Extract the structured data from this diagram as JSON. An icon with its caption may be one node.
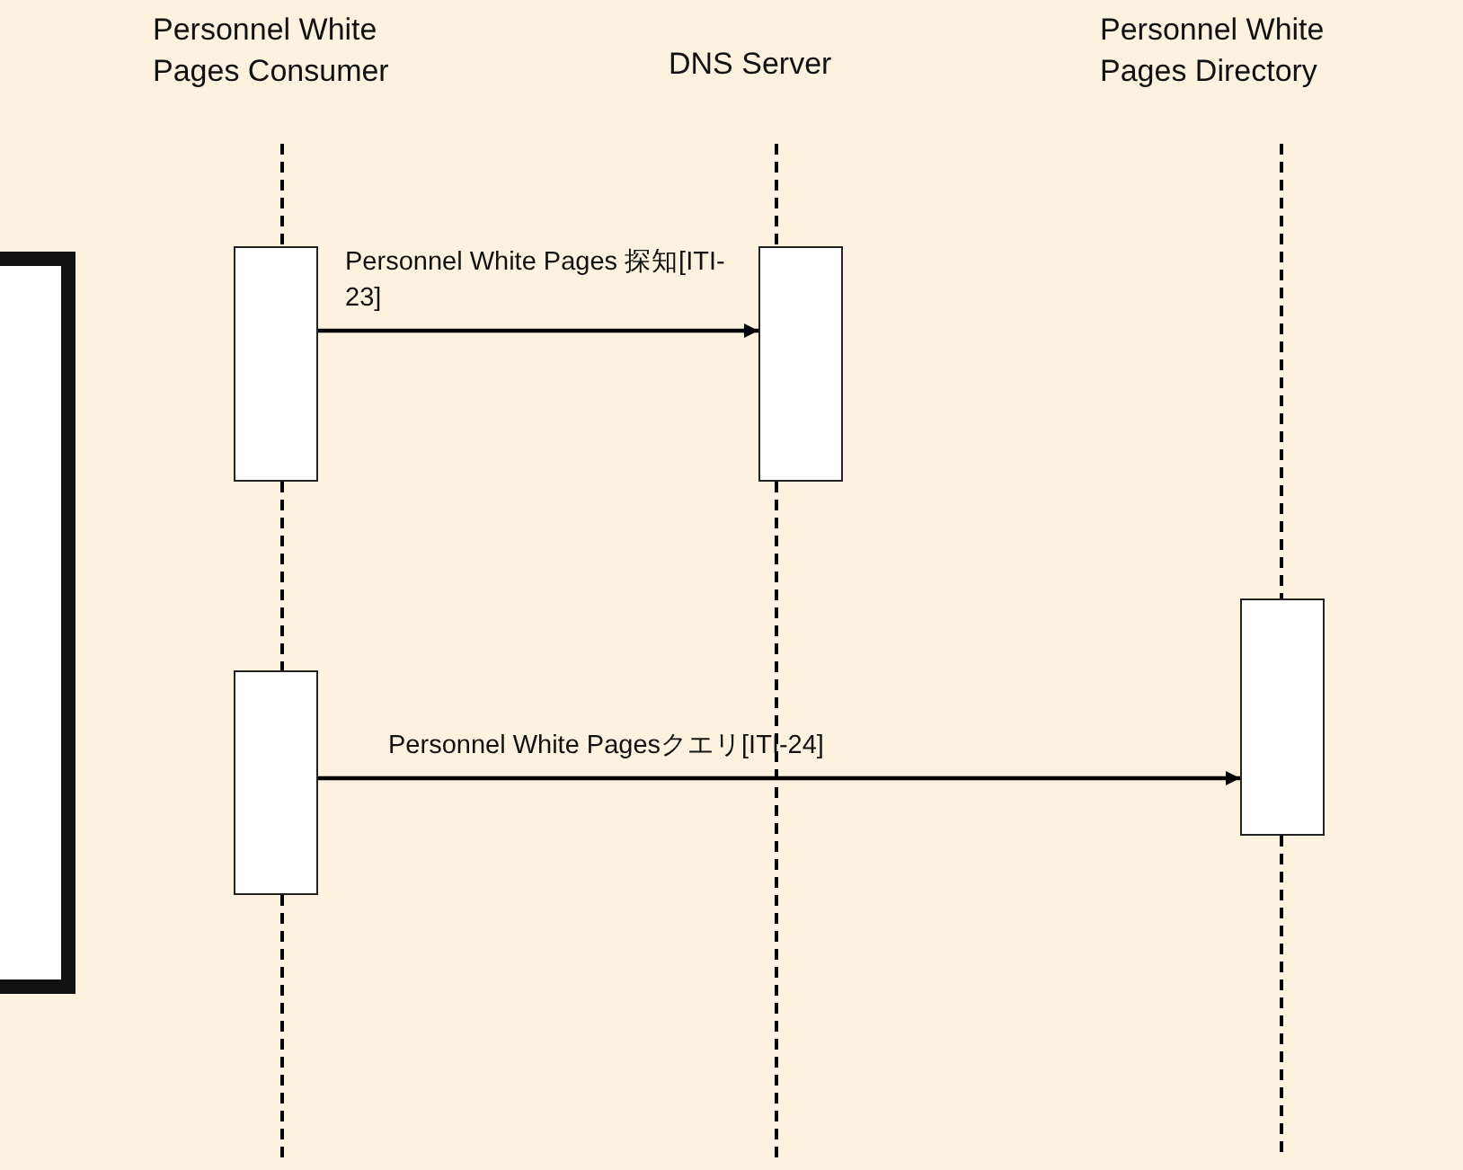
{
  "diagram": {
    "nodes": [
      {
        "text": [
          "Personnel White Pages Consumer"
        ]
      },
      {
        "text": [
          "DNS Server"
        ]
      },
      {
        "text": [
          "Personnel White Pages Directory"
        ]
      },
      {
        "text": [],
        "shape": "box"
      },
      {
        "text": [],
        "shape": "box"
      },
      {
        "text": [],
        "shape": "box"
      },
      {
        "text": [],
        "shape": "box"
      }
    ],
    "edges": [
      {
        "from": 0,
        "to": 3,
        "arrow": "none",
        "style": "dashed"
      },
      {
        "from": 3,
        "to": 5,
        "arrow": "none",
        "style": "dashed"
      },
      {
        "from": 5,
        "to": null,
        "arrow": "none",
        "style": "dashed"
      },
      {
        "from": 1,
        "to": 4,
        "arrow": "none",
        "style": "dashed"
      },
      {
        "from": 4,
        "to": null,
        "arrow": "none",
        "style": "dashed"
      },
      {
        "from": 2,
        "to": 6,
        "arrow": "none",
        "style": "dashed"
      },
      {
        "from": 6,
        "to": null,
        "arrow": "none",
        "style": "dashed"
      },
      {
        "from": 3,
        "to": 4,
        "arrow": "to",
        "label": "Personnel White Pages 探知[ITI-23]"
      },
      {
        "from": 5,
        "to": 6,
        "arrow": "to",
        "label": "Personnel White Pagesクエリ[ITI-24]"
      }
    ]
  }
}
